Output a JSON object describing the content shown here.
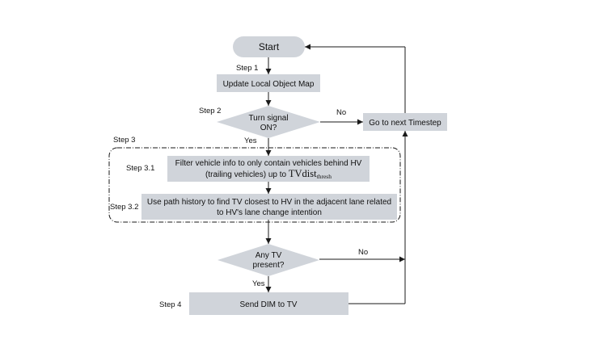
{
  "start": "Start",
  "steps": {
    "step1": "Step 1",
    "step2": "Step 2",
    "step3": "Step 3",
    "step31": "Step 3.1",
    "step32": "Step 3.2",
    "step4": "Step 4"
  },
  "nodes": {
    "update_map": "Update Local Object Map",
    "turn_signal_line1": "Turn signal",
    "turn_signal_line2": "ON?",
    "next_timestep": "Go to next Timestep",
    "filter_line1": "Filter vehicle info to only contain vehicles behind HV",
    "filter_line2_prefix": "(trailing vehicles) up to ",
    "filter_var": "TVdist",
    "filter_sub": "thresh",
    "path_line1": "Use path history to find TV closest to HV in the adjacent lane related",
    "path_line2": "to HV's lane change intention",
    "any_tv_line1": "Any TV",
    "any_tv_line2": "present?",
    "send_dim": "Send DIM to TV"
  },
  "edge_labels": {
    "no_turn": "No",
    "yes_turn": "Yes",
    "no_tv": "No",
    "yes_tv": "Yes"
  },
  "colors": {
    "box_fill": "#d0d4da",
    "line": "#1a1a1a"
  }
}
